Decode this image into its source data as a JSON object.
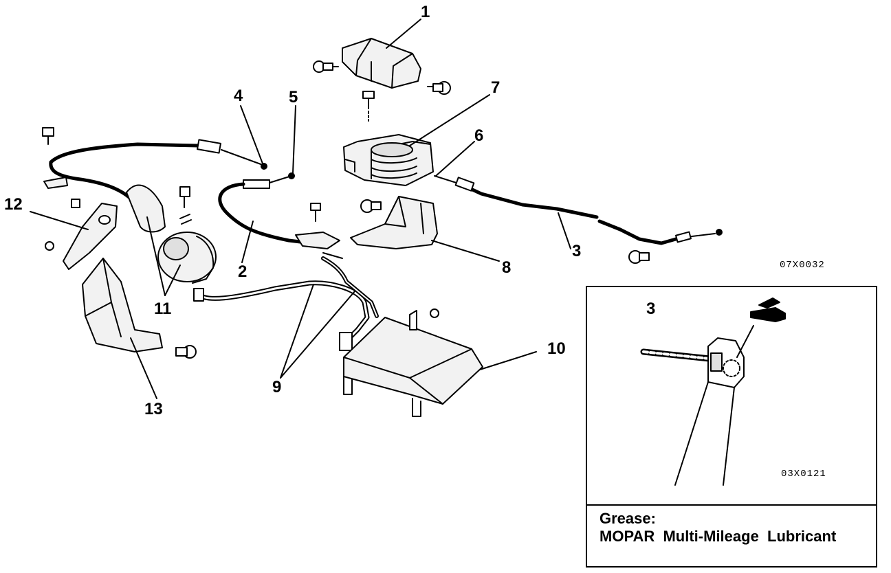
{
  "callouts": {
    "c1": "1",
    "c2": "2",
    "c3": "3",
    "c4": "4",
    "c5": "5",
    "c6": "6",
    "c7": "7",
    "c8": "8",
    "c9": "9",
    "c10": "10",
    "c11": "11",
    "c12": "12",
    "c13": "13"
  },
  "figure_code": "07X0032",
  "inset": {
    "callout": "3",
    "figure_code": "03X0121",
    "note_title": "Grease:",
    "note_text": "MOPAR  Multi-Mileage  Lubricant"
  },
  "icons": {
    "grease_gun": "grease-gun-icon"
  }
}
